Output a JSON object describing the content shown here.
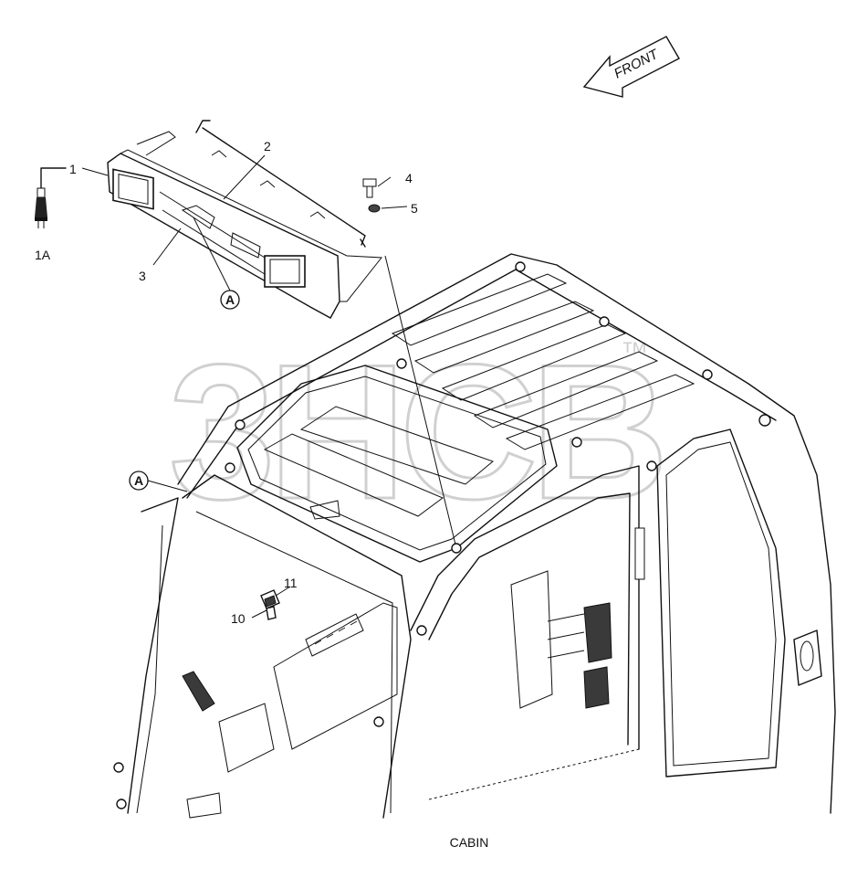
{
  "front_label": "FRONT",
  "caption": "CABIN",
  "watermark": "3HCB",
  "watermark_tm": "™",
  "callouts": {
    "c1": "1",
    "c1a": "1A",
    "c2": "2",
    "c3": "3",
    "c4": "4",
    "c5": "5",
    "c10": "10",
    "c11": "11",
    "detail_a_top": "A",
    "detail_a_cab": "A"
  }
}
